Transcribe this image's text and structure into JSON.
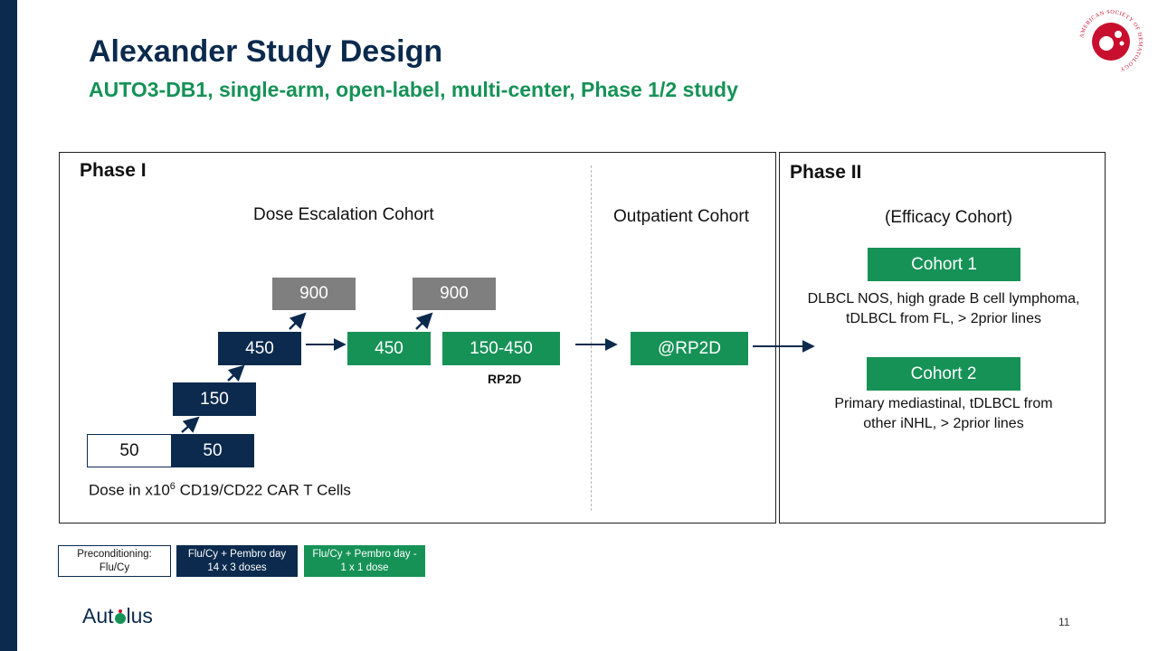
{
  "title": "Alexander Study Design",
  "subtitle": "AUTO3-DB1, single-arm, open-label, multi-center, Phase 1/2 study",
  "phase1": {
    "label": "Phase I",
    "dose_escalation_label": "Dose Escalation Cohort",
    "outpatient_label": "Outpatient Cohort",
    "boxes": {
      "d50_white": "50",
      "d50_navy": "50",
      "d150": "150",
      "d450_navy": "450",
      "d900_a": "900",
      "d450_green": "450",
      "d900_b": "900",
      "d150_450": "150-450",
      "rp2d_box": "@RP2D"
    },
    "rp2d_label": "RP2D",
    "dose_caption_prefix": "Dose in x10",
    "dose_caption_sup": "6",
    "dose_caption_suffix": " CD19/CD22 CAR T Cells"
  },
  "phase2": {
    "label": "Phase II",
    "efficacy_label": "(Efficacy Cohort)",
    "cohort1": {
      "label": "Cohort 1",
      "line1": "DLBCL NOS, high grade B cell lymphoma,",
      "line2": "tDLBCL from FL, > 2prior lines"
    },
    "cohort2": {
      "label": "Cohort 2",
      "line1": "Primary mediastinal, tDLBCL from",
      "line2": "other iNHL, > 2prior lines"
    }
  },
  "legend": {
    "item1_line1": "Preconditioning:",
    "item1_line2": "Flu/Cy",
    "item2_line1": "Flu/Cy + Pembro day",
    "item2_line2": "14 x 3 doses",
    "item3_line1": "Flu/Cy + Pembro day -",
    "item3_line2": "1 x 1 dose"
  },
  "footer": {
    "logo_pre": "Aut",
    "logo_post": "lus",
    "page_number": "11"
  },
  "seal_text": "AMERICAN SOCIETY OF HEMATOLOGY",
  "colors": {
    "navy": "#0b2a4d",
    "green": "#169257",
    "gray": "#7f7f7f",
    "seal_red": "#c8102e"
  }
}
